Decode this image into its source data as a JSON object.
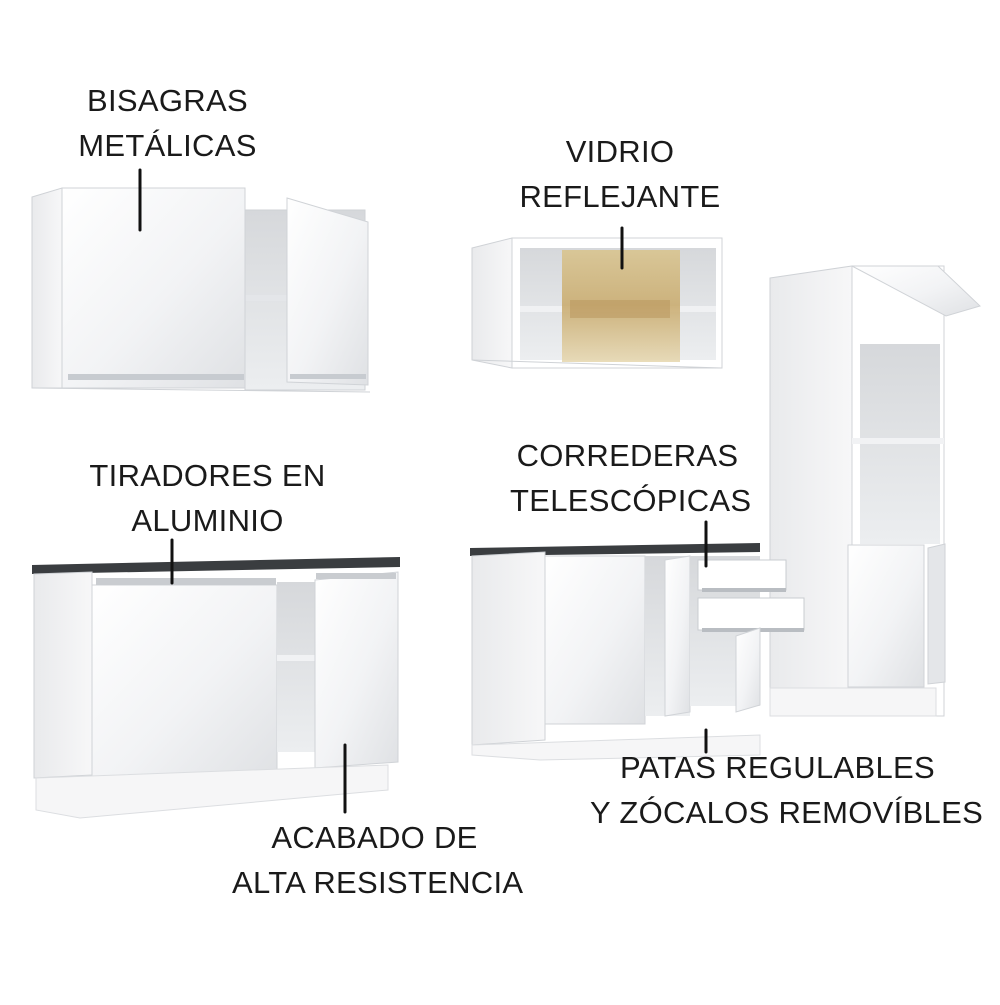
{
  "labels": {
    "hinges": [
      "BISAGRAS",
      "METÁLICAS"
    ],
    "glass": [
      "VIDRIO",
      "REFLEJANTE"
    ],
    "handles": [
      "TIRADORES EN",
      "ALUMINIO"
    ],
    "slides": [
      "CORREDERAS",
      "TELESCÓPICAS"
    ],
    "feet": [
      "PATAS REGULABLES",
      "Y ZÓCALOS REMOVÍBLES"
    ],
    "finish": [
      "ACABADO DE",
      "ALTA RESISTENCIA"
    ]
  },
  "colors": {
    "cabinet": "#f4f5f7",
    "countertop": "#3a3d40",
    "glass_tint": "#d8c08a",
    "leader": "#111111",
    "text": "#1a1a1a"
  }
}
